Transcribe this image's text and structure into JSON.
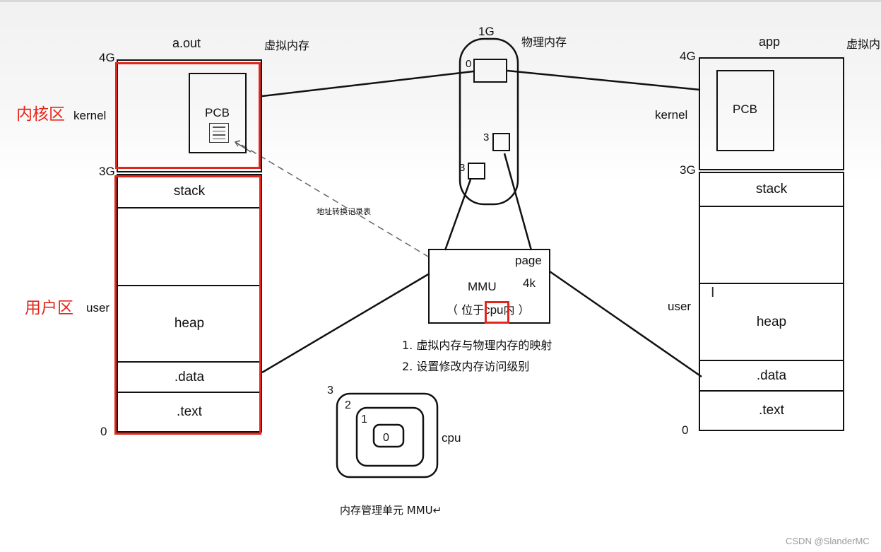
{
  "left_space": {
    "title": "a.out",
    "subtitle": "虚拟内存",
    "kernel_label": "kernel",
    "user_label": "user",
    "mark_4g": "4G",
    "mark_3g": "3G",
    "mark_0": "0",
    "pcb": "PCB",
    "segments": [
      "stack",
      "heap",
      ".data",
      ".text"
    ],
    "kernel_region_label": "内核区",
    "user_region_label": "用户区"
  },
  "physical": {
    "title": "1G",
    "subtitle": "物理内存",
    "zero": "0",
    "three_a": "3",
    "three_b": "3"
  },
  "mmu": {
    "name": "MMU",
    "page": "page",
    "size": "4k",
    "location_prefix": "（ 位于",
    "location_cpu": "cpu",
    "location_suffix": "内 ）",
    "table_note": "地址转换记录表",
    "functions": [
      "1. 虚拟内存与物理内存的映射",
      "2. 设置修改内存访问级别"
    ]
  },
  "rings": {
    "level_3": "3",
    "level_2": "2",
    "level_1": "1",
    "level_0": "0",
    "cpu_label": "cpu",
    "caption": "内存管理单元 MMU↵"
  },
  "right_space": {
    "title": "app",
    "subtitle": "虚拟内",
    "kernel_label": "kernel",
    "user_label": "user",
    "mark_4g": "4G",
    "mark_3g": "3G",
    "mark_0": "0",
    "pcb": "PCB",
    "segments": [
      "stack",
      "heap",
      ".data",
      ".text"
    ]
  },
  "watermark": "CSDN @SlanderMC",
  "colors": {
    "ink": "#111111",
    "highlight": "#e3261b",
    "watermark": "#9a9a9a"
  }
}
